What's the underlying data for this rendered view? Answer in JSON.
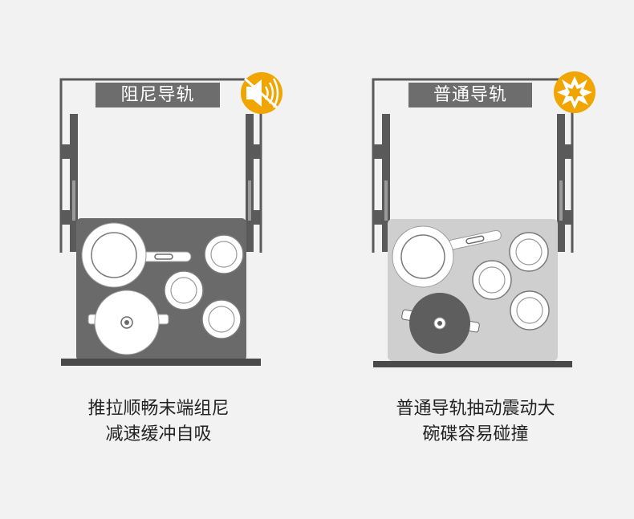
{
  "left": {
    "label": "阻尼导轨",
    "icon": "muted-speaker-icon",
    "caption_line1": "推拉顺畅末端组尼",
    "caption_line2": "减速缓冲自吸"
  },
  "right": {
    "label": "普通导轨",
    "icon": "collision-burst-icon",
    "caption_line1": "普通导轨抽动震动大",
    "caption_line2": "碗碟容易碰撞"
  },
  "colors": {
    "background": "#f2f2f2",
    "label_bg": "#6d6d6d",
    "badge": "#f0a500",
    "drawer_dark": "#6a6a6a",
    "drawer_light": "#cfcfcf",
    "rail": "#5a5a5a"
  }
}
